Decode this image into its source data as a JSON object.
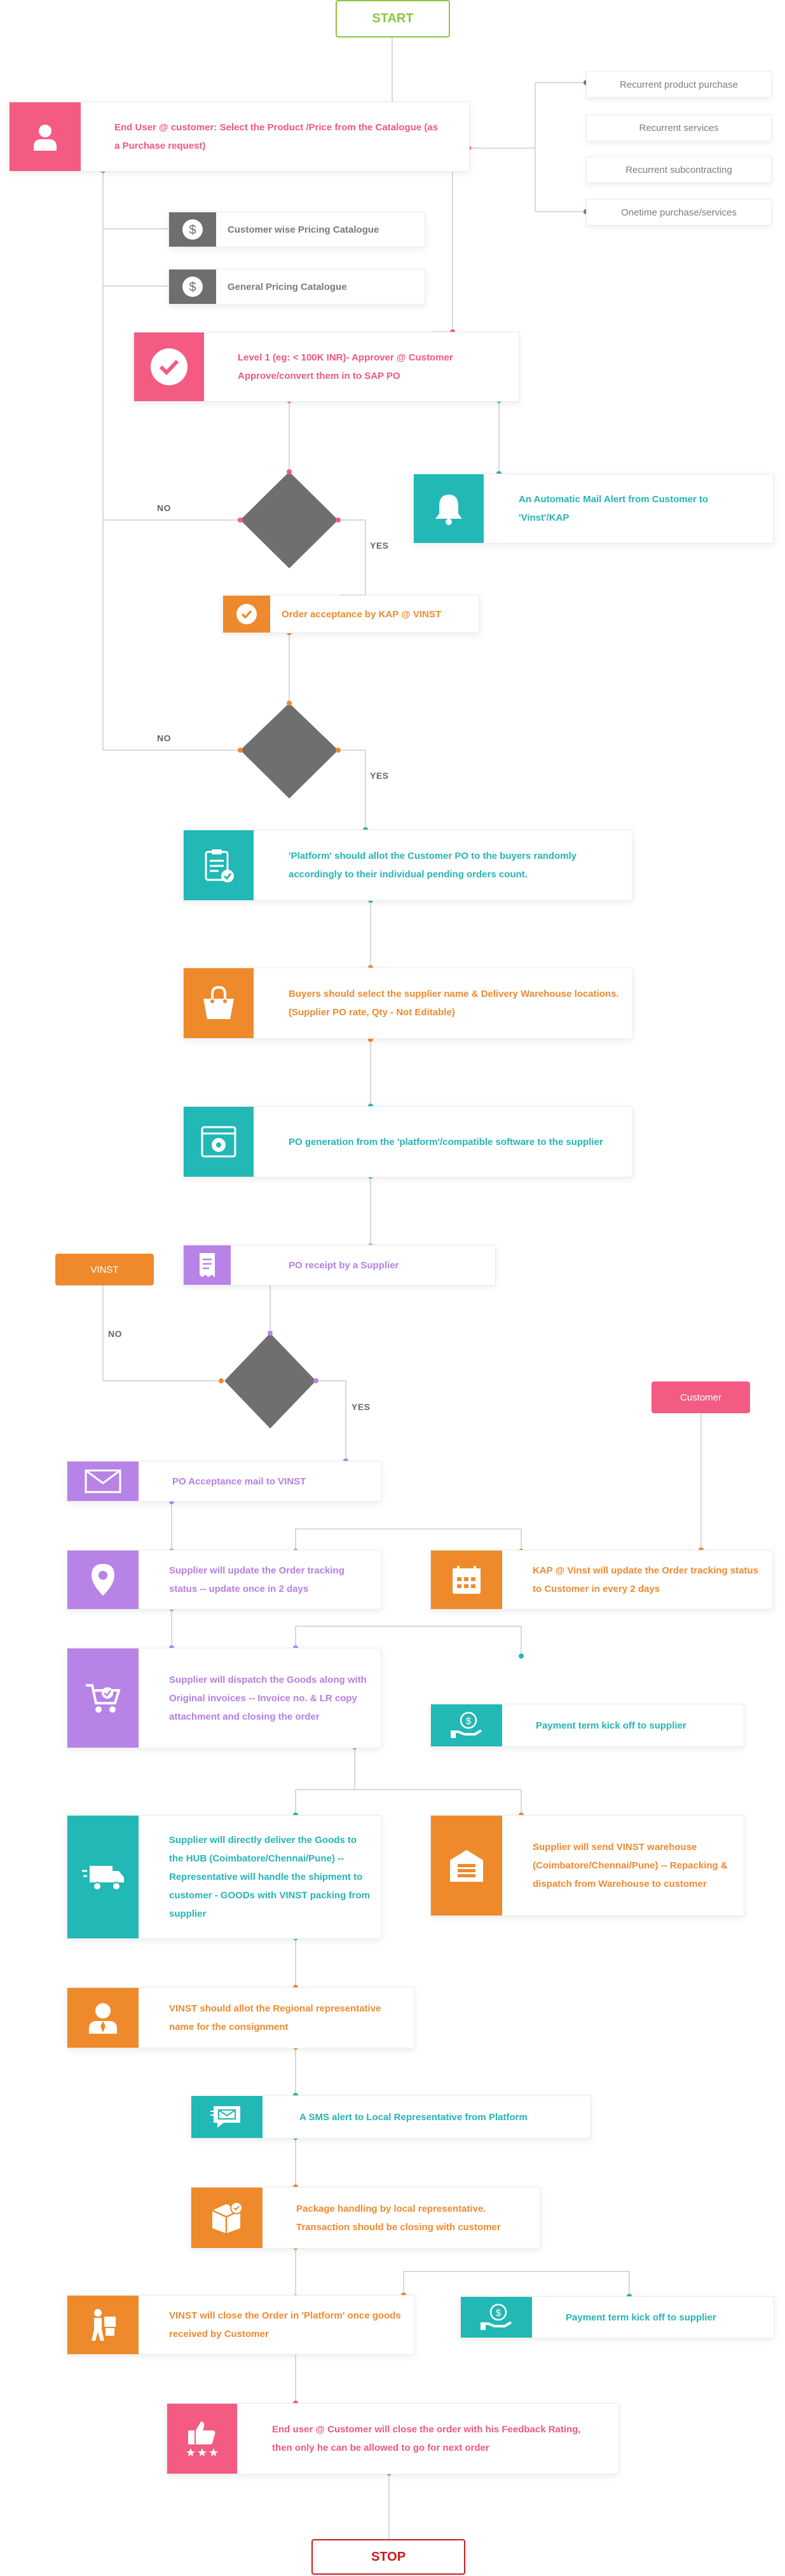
{
  "colors": {
    "pink": "#f45b82",
    "teal": "#21b8b5",
    "orange": "#ee8a2b",
    "purple": "#b783e6",
    "grey": "#6e6e6e",
    "start": "#8cc63f",
    "stop": "#d0191d"
  },
  "start_label": "START",
  "stop_label": "STOP",
  "nodes": {
    "end_user": {
      "text": "End User @ customer: Select the Product /Price from the Catalogue (as a Purchase request)",
      "icon": "user-icon"
    },
    "customer_pricing": {
      "text": "Customer wise Pricing Catalogue",
      "icon": "dollar-icon"
    },
    "general_pricing": {
      "text": "General Pricing Catalogue",
      "icon": "dollar-icon"
    },
    "level1": {
      "text": "Level 1 (eg: < 100K INR)- Approver @ Customer Approve/convert them in to SAP PO",
      "icon": "check-circle-icon"
    },
    "mail_alert": {
      "text": "An Automatic Mail Alert from Customer to 'Vinst'/KAP",
      "icon": "bell-icon"
    },
    "order_accept": {
      "text": "Order acceptance by KAP @ VINST",
      "icon": "check-circle-icon"
    },
    "platform_allot": {
      "text": "'Platform' should allot the Customer PO to the buyers randomly accordingly to their individual pending orders count.",
      "icon": "clipboard-icon"
    },
    "buyers_select": {
      "text": "Buyers should select the supplier name & Delivery Warehouse locations.(Supplier PO rate, Qty - Not Editable)",
      "icon": "bag-icon"
    },
    "po_generation": {
      "text": "PO generation from the 'platform'/compatible software to the supplier",
      "icon": "settings-window-icon"
    },
    "po_receipt": {
      "text": "PO receipt by a Supplier",
      "icon": "receipt-icon"
    },
    "po_accept_mail": {
      "text": "PO Acceptance mail to VINST",
      "icon": "mail-icon"
    },
    "supplier_update": {
      "text": "Supplier will update the Order tracking status -- update once in 2 days",
      "icon": "location-pin-icon"
    },
    "kap_update": {
      "text": "KAP @ Vinst will update the Order tracking status to Customer in every 2 days",
      "icon": "calendar-icon"
    },
    "supplier_dispatch": {
      "text": "Supplier will dispatch the Goods along with Original invoices -- Invoice no. & LR copy attachment and closing the order",
      "icon": "cart-icon"
    },
    "payment_kickoff1": {
      "text": "Payment term kick off to supplier",
      "icon": "money-hand-icon"
    },
    "direct_delivery": {
      "text": "Supplier will directly deliver the Goods to the HUB (Coimbatore/Chennai/Pune) -- Representative will handle the shipment to customer - GOODs with VINST packing from supplier",
      "icon": "truck-icon"
    },
    "warehouse_send": {
      "text": "Supplier will send VINST warehouse (Coimbatore/Chennai/Pune) -- Repacking & dispatch from Warehouse to customer",
      "icon": "warehouse-icon"
    },
    "regional_rep": {
      "text": "VINST should allot the Regional representative name for the consignment",
      "icon": "representative-icon"
    },
    "sms_alert": {
      "text": "A SMS alert to Local Representative from Platform",
      "icon": "sms-icon"
    },
    "package_handling": {
      "text": "Package handling by local representative. Transaction should be closing with customer",
      "icon": "package-icon"
    },
    "vinst_close": {
      "text": "VINST will close the Order in 'Platform' once goods received by Customer",
      "icon": "delivery-person-icon"
    },
    "payment_kickoff2": {
      "text": "Payment term kick off to supplier",
      "icon": "money-hand-icon"
    },
    "feedback": {
      "text": "End user @ Customer will close the order with his Feedback Rating, then only he can be allowed to go for next order",
      "icon": "thumbs-up-rating-icon"
    }
  },
  "options": [
    "Recurrent product purchase",
    "Recurrent services",
    "Recurrent subcontracting",
    "Onetime purchase/services"
  ],
  "tags": {
    "vinst": "VINST",
    "customer": "Customer"
  },
  "decision_labels": {
    "no1": "NO",
    "yes1": "YES",
    "no2": "NO",
    "yes2": "YES",
    "no3": "NO",
    "yes3": "YES"
  }
}
